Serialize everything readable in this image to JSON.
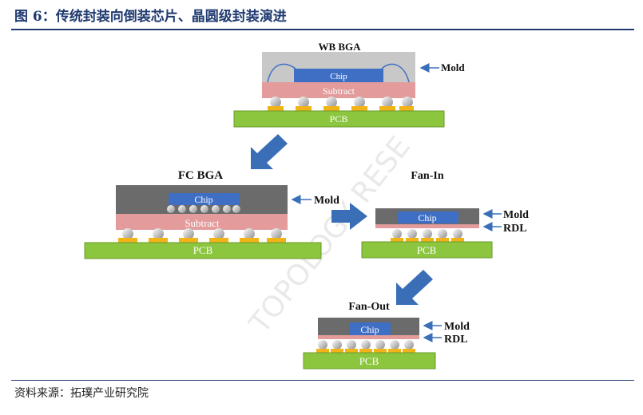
{
  "title": "图 6：传统封装向倒装芯片、晶圆级封装演进",
  "source": "资料来源：拓璞产业研究院",
  "packages": {
    "wb_bga": {
      "title": "WB BGA",
      "chip": "Chip",
      "substrate": "Subtract",
      "pcb": "PCB",
      "mold": "Mold"
    },
    "fc_bga": {
      "title": "FC BGA",
      "chip": "Chip",
      "substrate": "Subtract",
      "pcb": "PCB",
      "mold": "Mold"
    },
    "fan_in": {
      "title": "Fan-In",
      "chip": "Chip",
      "pcb": "PCB",
      "mold": "Mold",
      "rdl": "RDL"
    },
    "fan_out": {
      "title": "Fan-Out",
      "chip": "Chip",
      "pcb": "PCB",
      "mold": "Mold",
      "rdl": "RDL"
    }
  },
  "watermark": "TOPOLOGY RESE",
  "colors": {
    "title": "#1f3a70",
    "chip": "#3f6fc4",
    "substrate": "#e39b9b",
    "pcb": "#8cc63f",
    "mold_gray": "#6b6b6b",
    "mold_light": "#c8c8c8",
    "solder_pad": "#f2b318",
    "arrow": "#3a6fb7"
  }
}
